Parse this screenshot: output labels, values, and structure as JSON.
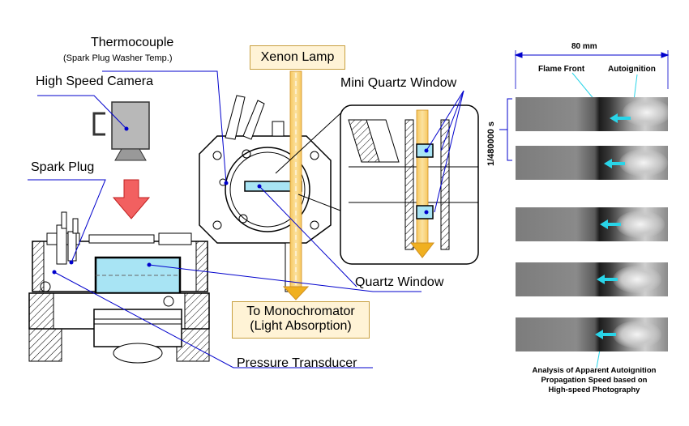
{
  "labels": {
    "thermocouple": "Thermocouple",
    "thermocouple_note": "(Spark Plug Washer Temp.)",
    "high_speed_camera": "High Speed Camera",
    "spark_plug": "Spark Plug",
    "xenon_lamp": "Xenon Lamp",
    "mini_quartz_window": "Mini Quartz Window",
    "quartz_window": "Quartz Window",
    "to_monochromator_line1": "To Monochromator",
    "to_monochromator_line2": "(Light Absorption)",
    "pressure_transducer": "Pressure Transducer"
  },
  "photography": {
    "scale_label": "80 mm",
    "time_label": "1/480000 s",
    "flame_front": "Flame Front",
    "autoignition": "Autoignition",
    "frame_count": 5,
    "caption_line1": "Analysis of Apparent Autoignition",
    "caption_line2": "Propagation Speed based on",
    "caption_line3": "High-speed Photography"
  },
  "colors": {
    "leader_line": "#0000cc",
    "beam": "#f0b020",
    "quartz": "#a8e4f4",
    "arrow": "#e02020",
    "cyan_arrow": "#29d4e8"
  }
}
